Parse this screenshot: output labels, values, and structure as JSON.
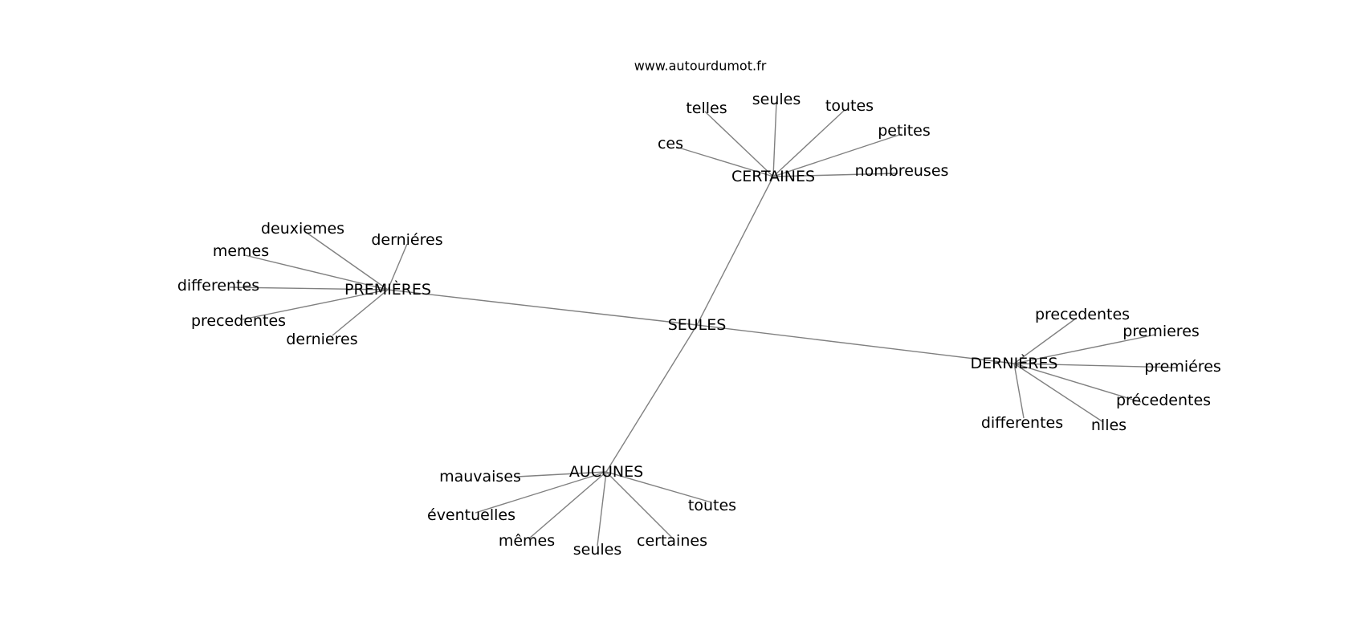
{
  "source": "www.autourdumot.fr",
  "center": "SEULES",
  "clusters": [
    {
      "hub": "CERTAINES",
      "words": [
        "ces",
        "telles",
        "seules",
        "toutes",
        "petites",
        "nombreuses"
      ]
    },
    {
      "hub": "PREMIÈRES",
      "words": [
        "deuxiemes",
        "memes",
        "differentes",
        "precedentes",
        "dernieres",
        "derniéres"
      ]
    },
    {
      "hub": "DERNIÈRES",
      "words": [
        "precedentes",
        "premieres",
        "premiéres",
        "précedentes",
        "nlles",
        "differentes"
      ]
    },
    {
      "hub": "AUCUNES",
      "words": [
        "mauvaises",
        "éventuelles",
        "mêmes",
        "seules",
        "certaines",
        "toutes"
      ]
    }
  ]
}
